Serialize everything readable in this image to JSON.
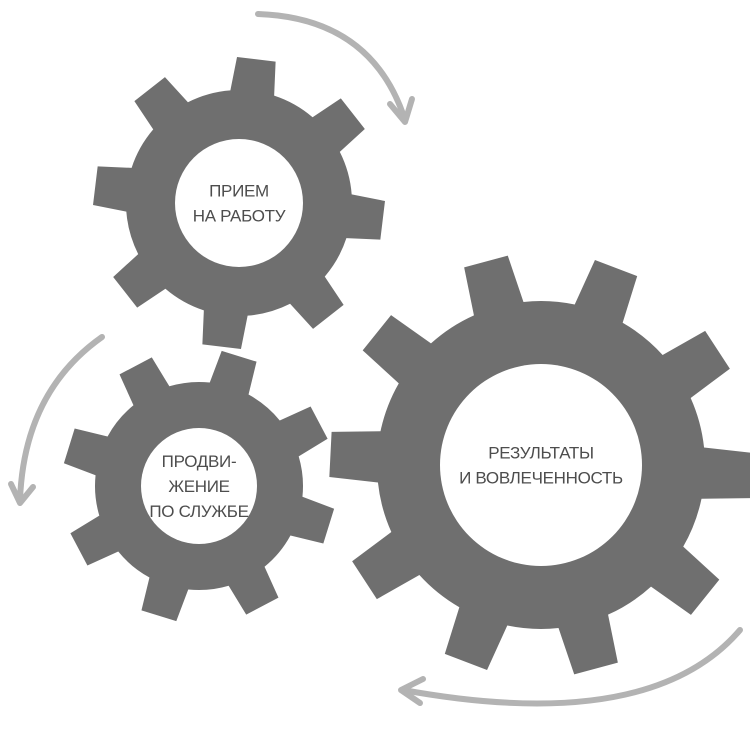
{
  "diagram": {
    "gears": [
      {
        "id": "hiring",
        "label_lines": [
          "ПРИЕМ",
          "НА РАБОТУ"
        ]
      },
      {
        "id": "promotion",
        "label_lines": [
          "ПРОДВИ-",
          "ЖЕНИЕ",
          "ПО СЛУЖБЕ"
        ]
      },
      {
        "id": "results",
        "label_lines": [
          "РЕЗУЛЬТАТЫ",
          "И ВОВЛЕЧЕННОСТЬ"
        ]
      }
    ],
    "colors": {
      "gear": "#6f6f6f",
      "hub": "#ffffff",
      "arrow": "#b3b3b3",
      "text": "#4d4d4d"
    }
  }
}
